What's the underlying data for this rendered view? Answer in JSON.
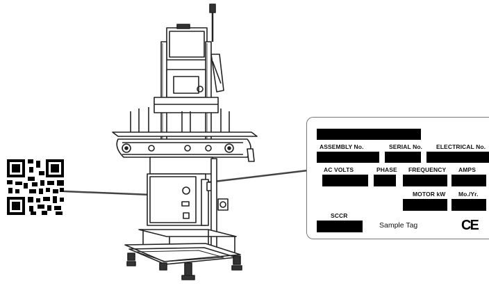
{
  "tag": {
    "assembly_label": "ASSEMBLY No.",
    "serial_label": "SERIAL No.",
    "electrical_label": "ELECTRICAL No.",
    "ac_volts_label": "AC VOLTS",
    "phase_label": "PHASE",
    "frequency_label": "FREQUENCY",
    "amps_label": "AMPS",
    "motor_kw_label": "MOTOR kW",
    "mo_yr_label": "Mo./Yr.",
    "sccr_label": "SCCR",
    "sample_tag": "Sample Tag",
    "ce_mark": "CE"
  },
  "icons": {
    "qr_code": "qr-code-icon",
    "machine": "conveyor-machine-illustration"
  },
  "colors": {
    "field_fill": "#000000",
    "line": "#444444"
  }
}
